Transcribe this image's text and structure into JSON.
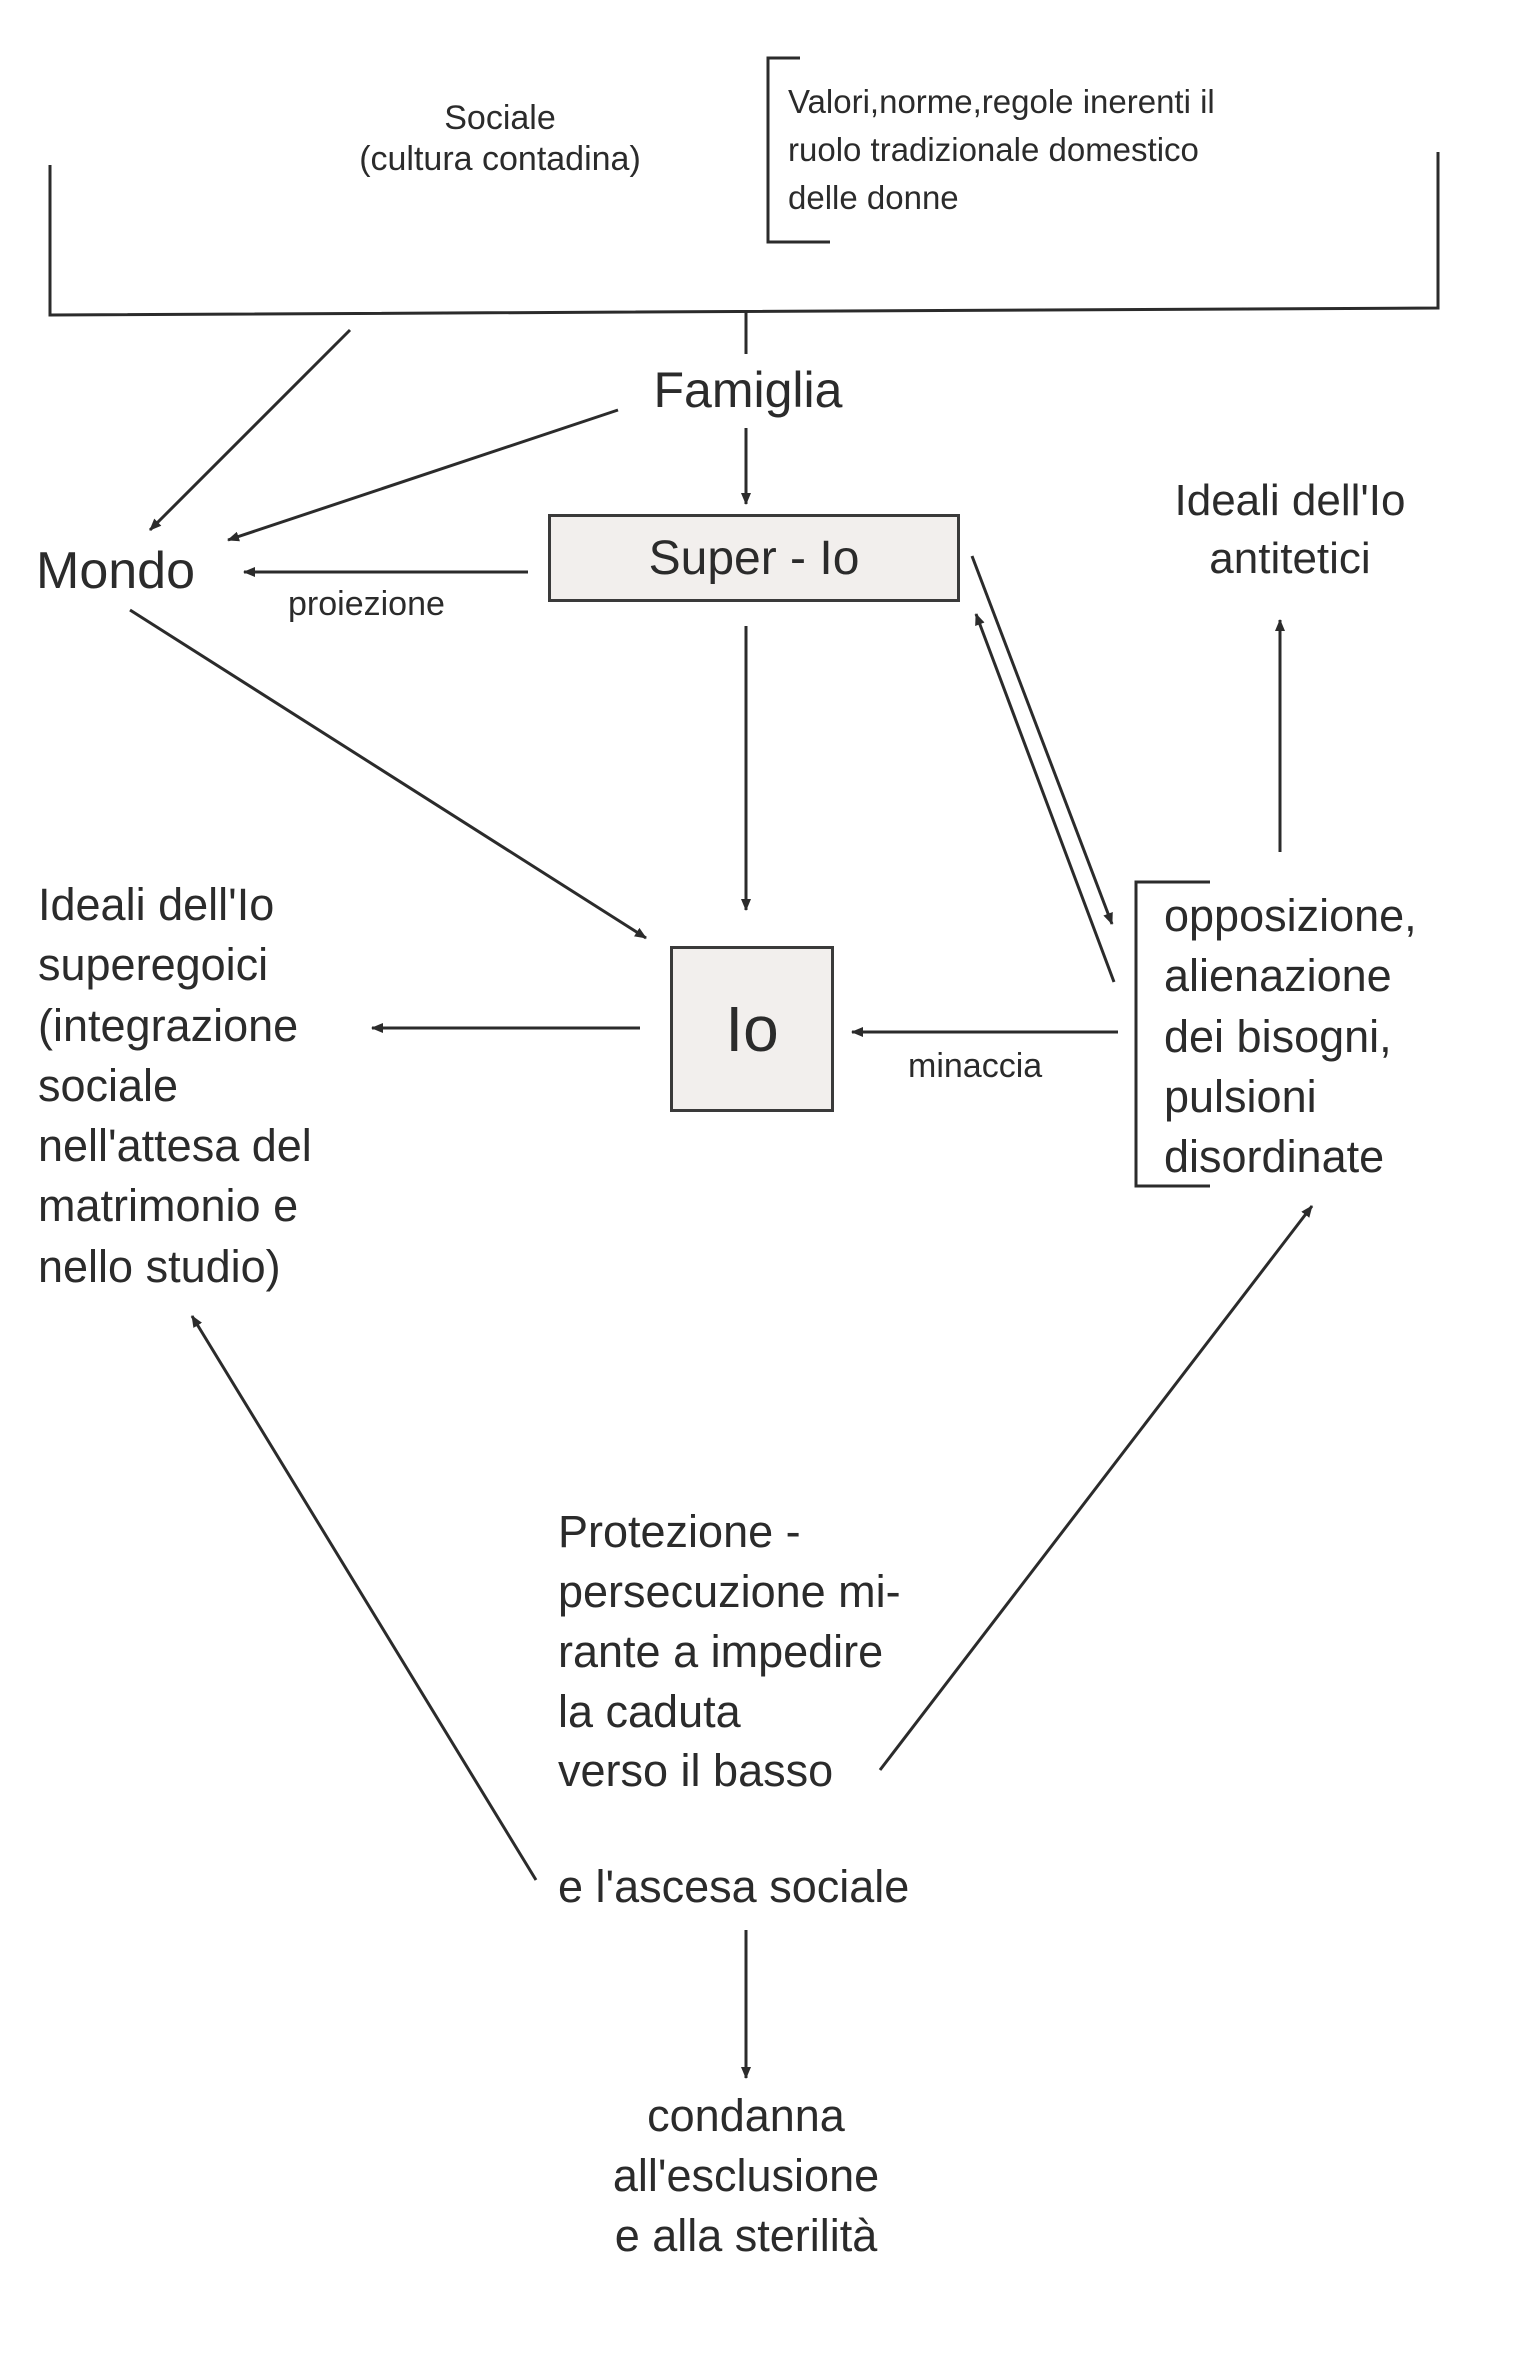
{
  "nodes": {
    "sociale": "Sociale\n(cultura contadina)",
    "valori": "Valori,norme,regole inerenti il\nruolo tradizionale domestico\ndelle donne",
    "famiglia": "Famiglia",
    "super_io": "Super - Io",
    "ideali_antitetici": "Ideali dell'Io\nantitetici",
    "mondo": "Mondo",
    "io": "Io",
    "ideali_superegoici": "Ideali dell'Io\nsuperegoici\n(integrazione\nsociale\nnell'attesa del\nmatrimonio e\nnello studio)",
    "opposizione": "opposizione,\nalienazione\ndei bisogni,\npulsioni\ndisordinate",
    "protezione": "Protezione -\npersecuzione mi-\nrante a impedire\nla caduta\nverso il basso",
    "ascesa": "e l'ascesa sociale",
    "condanna": "condanna\nall'esclusione\ne alla sterilità"
  },
  "edge_labels": {
    "proiezione": "proiezione",
    "minaccia": "minaccia"
  },
  "colors": {
    "ink": "#2b2b2b",
    "box_fill": "#f2efed"
  }
}
